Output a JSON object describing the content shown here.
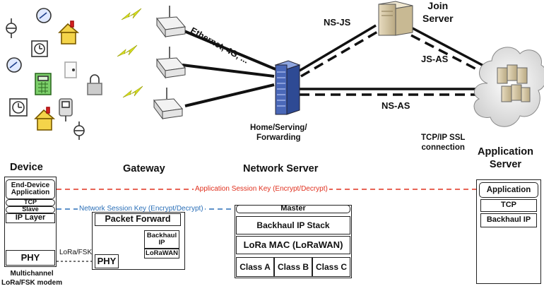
{
  "links": {
    "ethernet": "Ethernet, 4G, ...",
    "ns_js": "NS-JS",
    "js_as": "JS-AS",
    "ns_as": "NS-AS"
  },
  "nodes": {
    "join_server": "Join\nServer",
    "network_hub": "Home/Serving/\nForwarding",
    "tcp_ip_ssl": "TCP/IP SSL\nconnection"
  },
  "columns": {
    "device": "Device",
    "gateway": "Gateway",
    "network_server": "Network Server",
    "application_server": "Application\nServer"
  },
  "device_stack": {
    "app": "End-Device\nApplication",
    "tcp": "TCP",
    "slave": "Slave",
    "ip": "IP Layer",
    "phy": "PHY",
    "caption": "Multichannel\nLoRa/FSK modem"
  },
  "gateway_stack": {
    "packet_forward": "Packet Forward",
    "backhaul_ip": "Backhaul\nIP",
    "lorawan": "LoRaWAN",
    "phy": "PHY",
    "radio_link": "LoRa/FSK"
  },
  "ns_stack": {
    "master": "Master",
    "backhaul": "Backhaul IP Stack",
    "mac": "LoRa MAC (LoRaWAN)",
    "class_a": "Class A",
    "class_b": "Class B",
    "class_c": "Class C"
  },
  "as_stack": {
    "application": "Application",
    "tcp": "TCP",
    "backhaul": "Backhaul IP"
  },
  "keys": {
    "app_session": "Application Session Key (Encrypt/Decrypt)",
    "network_session": "Network Session Key (Encrypt/Decrypt)"
  },
  "colors": {
    "app_key": "#e0301e",
    "net_key": "#2a6fb8",
    "lightning": "#d9e021",
    "server_rack": "#4a68b8"
  }
}
